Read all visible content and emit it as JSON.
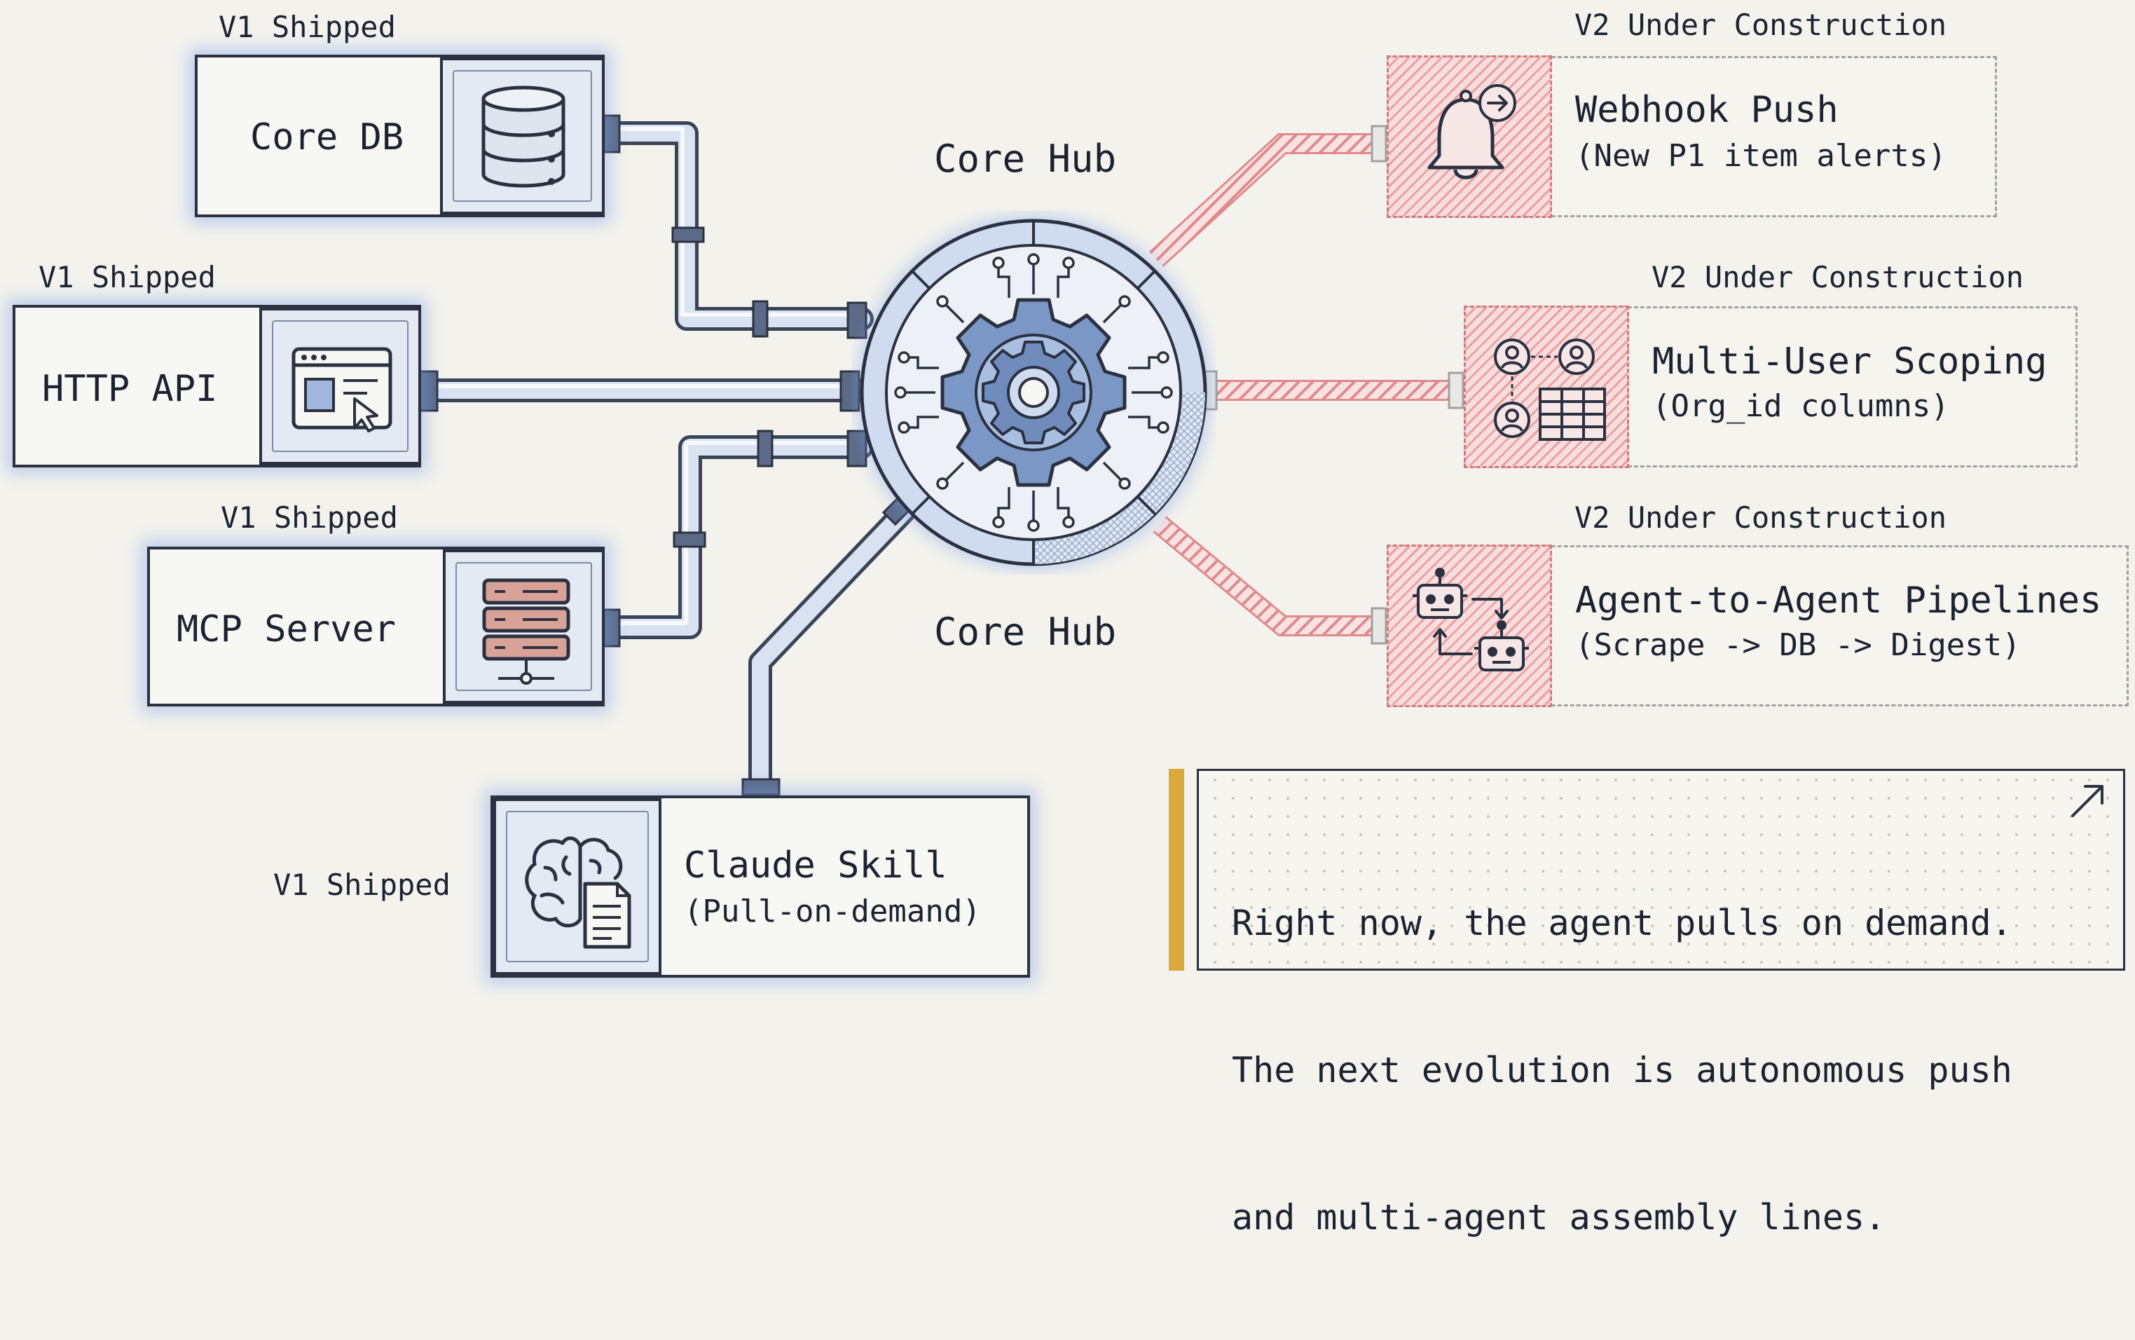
{
  "hub": {
    "label_top": "Core Hub",
    "label_bottom": "Core Hub",
    "icon": "gear-circuit-icon"
  },
  "v1_nodes": [
    {
      "id": "core-db",
      "status": "V1 Shipped",
      "title": "Core DB",
      "icon": "database-icon"
    },
    {
      "id": "http-api",
      "status": "V1 Shipped",
      "title": "HTTP API",
      "icon": "browser-window-cursor-icon"
    },
    {
      "id": "mcp-server",
      "status": "V1 Shipped",
      "title": "MCP Server",
      "icon": "server-stack-icon"
    },
    {
      "id": "claude-skill",
      "status": "V1 Shipped",
      "title": "Claude Skill",
      "subtitle": "(Pull-on-demand)",
      "icon": "brain-document-icon"
    }
  ],
  "v2_nodes": [
    {
      "id": "webhook-push",
      "status": "V2 Under Construction",
      "title": "Webhook Push",
      "subtitle": "(New P1 item alerts)",
      "icon": "bell-arrow-icon"
    },
    {
      "id": "multi-user-scoping",
      "status": "V2 Under Construction",
      "title": "Multi-User Scoping",
      "subtitle": "(Org_id columns)",
      "icon": "users-table-icon"
    },
    {
      "id": "agent-pipelines",
      "status": "V2 Under Construction",
      "title": "Agent-to-Agent Pipelines",
      "subtitle": "(Scrape -> DB -> Digest)",
      "icon": "robots-cycle-icon"
    }
  ],
  "note": {
    "lines": [
      "Right now, the agent pulls on demand.",
      "The next evolution is autonomous push",
      "and multi-agent assembly lines."
    ],
    "icon": "diagonal-arrow-icon"
  },
  "colors": {
    "v1_glow": "#78a0eb",
    "v2_hatch": "#ee9f9f",
    "pipe": "#8ea3c4",
    "note_accent": "#dba93a",
    "ink": "#1c2230"
  }
}
